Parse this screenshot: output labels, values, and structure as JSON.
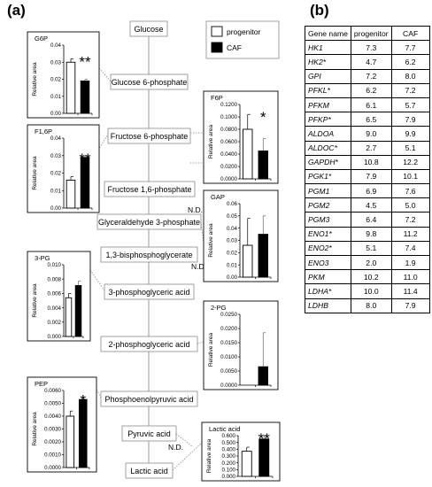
{
  "panels": {
    "a": "(a)",
    "b": "(b)"
  },
  "legend": {
    "progenitor": "progenitor",
    "caf": "CAF"
  },
  "colors": {
    "progenitor": "#ffffff",
    "caf": "#000000"
  },
  "pathway": [
    "Glucose",
    "Glucose 6-phosphate",
    "Fructose 6-phosphate",
    "Fructose 1,6-phosphate",
    "Glyceraldehyde 3-phosphate",
    "1,3-bisphosphoglycerate",
    "3-phosphoglyceric acid",
    "2-phosphoglyceric acid",
    "Phosphoenolpyruvic acid",
    "Pyruvic acid",
    "Lactic acid"
  ],
  "nd_labels": [
    "N.D.",
    "N.D.",
    "N.D."
  ],
  "chart_data": [
    {
      "type": "bar",
      "title": "G6P",
      "ylabel": "Relative area",
      "ylim": [
        0,
        0.04
      ],
      "significance": "**",
      "series": [
        {
          "name": "progenitor",
          "values": [
            0.03
          ],
          "err": [
            0.002
          ]
        },
        {
          "name": "CAF",
          "values": [
            0.019
          ],
          "err": [
            0.001
          ]
        }
      ]
    },
    {
      "type": "bar",
      "title": "F1,6P",
      "ylabel": "Relative area",
      "ylim": [
        0,
        0.04
      ],
      "significance": "**",
      "series": [
        {
          "name": "progenitor",
          "values": [
            0.016
          ],
          "err": [
            0.002
          ]
        },
        {
          "name": "CAF",
          "values": [
            0.029
          ],
          "err": [
            0.001
          ]
        }
      ]
    },
    {
      "type": "bar",
      "title": "3-PG",
      "ylabel": "Relative area",
      "ylim": [
        0,
        0.01
      ],
      "significance": "",
      "series": [
        {
          "name": "progenitor",
          "values": [
            0.0054
          ],
          "err": [
            0.0006
          ]
        },
        {
          "name": "CAF",
          "values": [
            0.0071
          ],
          "err": [
            0.0006
          ]
        }
      ]
    },
    {
      "type": "bar",
      "title": "PEP",
      "ylabel": "Relative area",
      "ylim": [
        0,
        0.006
      ],
      "significance": "*",
      "series": [
        {
          "name": "progenitor",
          "values": [
            0.004
          ],
          "err": [
            0.0004
          ]
        },
        {
          "name": "CAF",
          "values": [
            0.0053
          ],
          "err": [
            0.0002
          ]
        }
      ]
    },
    {
      "type": "bar",
      "title": "F6P",
      "ylabel": "Relative area",
      "ylim": [
        0,
        0.12
      ],
      "significance": "*",
      "series": [
        {
          "name": "progenitor",
          "values": [
            0.08
          ],
          "err": [
            0.024
          ]
        },
        {
          "name": "CAF",
          "values": [
            0.045
          ],
          "err": [
            0.02
          ]
        }
      ]
    },
    {
      "type": "bar",
      "title": "GAP",
      "ylabel": "Relative area",
      "ylim": [
        0,
        0.06
      ],
      "significance": "",
      "series": [
        {
          "name": "progenitor",
          "values": [
            0.026
          ],
          "err": [
            0.022
          ]
        },
        {
          "name": "CAF",
          "values": [
            0.035
          ],
          "err": [
            0.015
          ]
        }
      ]
    },
    {
      "type": "bar",
      "title": "2-PG",
      "ylabel": "Relative area",
      "ylim": [
        0,
        0.025
      ],
      "significance": "",
      "series": [
        {
          "name": "progenitor",
          "values": [
            0.0
          ],
          "err": [
            0.0
          ]
        },
        {
          "name": "CAF",
          "values": [
            0.0065
          ],
          "err": [
            0.012
          ]
        }
      ]
    },
    {
      "type": "bar",
      "title": "Lactic acid",
      "ylabel": "Relative area",
      "ylim": [
        0,
        0.6
      ],
      "significance": "**",
      "series": [
        {
          "name": "progenitor",
          "values": [
            0.37
          ],
          "err": [
            0.06
          ]
        },
        {
          "name": "CAF",
          "values": [
            0.55
          ],
          "err": [
            0.05
          ]
        }
      ]
    },
    {
      "type": "table",
      "columns": [
        "Gene name",
        "progenitor",
        "CAF"
      ],
      "rows": [
        [
          "HK1",
          "7.3",
          "7.7"
        ],
        [
          "HK2*",
          "4.7",
          "6.2"
        ],
        [
          "GPI",
          "7.2",
          "8.0"
        ],
        [
          "PFKL*",
          "6.2",
          "7.2"
        ],
        [
          "PFKM",
          "6.1",
          "5.7"
        ],
        [
          "PFKP*",
          "6.5",
          "7.9"
        ],
        [
          "ALDOA",
          "9.0",
          "9.9"
        ],
        [
          "ALDOC*",
          "2.7",
          "5.1"
        ],
        [
          "GAPDH*",
          "10.8",
          "12.2"
        ],
        [
          "PGK1*",
          "7.9",
          "10.1"
        ],
        [
          "PGM1",
          "6.9",
          "7.6"
        ],
        [
          "PGM2",
          "4.5",
          "5.0"
        ],
        [
          "PGM3",
          "6.4",
          "7.2"
        ],
        [
          "ENO1*",
          "9.8",
          "11.2"
        ],
        [
          "ENO2*",
          "5.1",
          "7.4"
        ],
        [
          "ENO3",
          "2.0",
          "1.9"
        ],
        [
          "PKM",
          "10.2",
          "11.0"
        ],
        [
          "LDHA*",
          "10.0",
          "11.4"
        ],
        [
          "LDHB",
          "8.0",
          "7.9"
        ]
      ]
    }
  ]
}
